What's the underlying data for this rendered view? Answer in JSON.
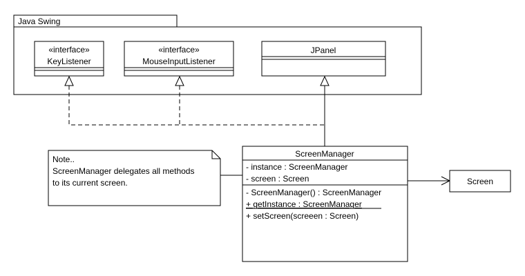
{
  "package": {
    "name": "Java Swing"
  },
  "classes": {
    "key_listener": {
      "stereotype": "«interface»",
      "name": "KeyListener"
    },
    "mouse_input_listener": {
      "stereotype": "«interface»",
      "name": "MouseInputListener"
    },
    "jpanel": {
      "name": "JPanel"
    },
    "screen_manager": {
      "name": "ScreenManager",
      "attributes": [
        "- instance : ScreenManager",
        "- screen : Screen"
      ],
      "operations": [
        "- ScreenManager() : ScreenManager",
        "+ getInstance : ScreenManager",
        "+ setScreen(screeen : Screen)"
      ]
    },
    "screen": {
      "name": "Screen"
    }
  },
  "note": {
    "lines": [
      "Note..",
      "ScreenManager delegates all methods",
      "to its current screen."
    ]
  }
}
